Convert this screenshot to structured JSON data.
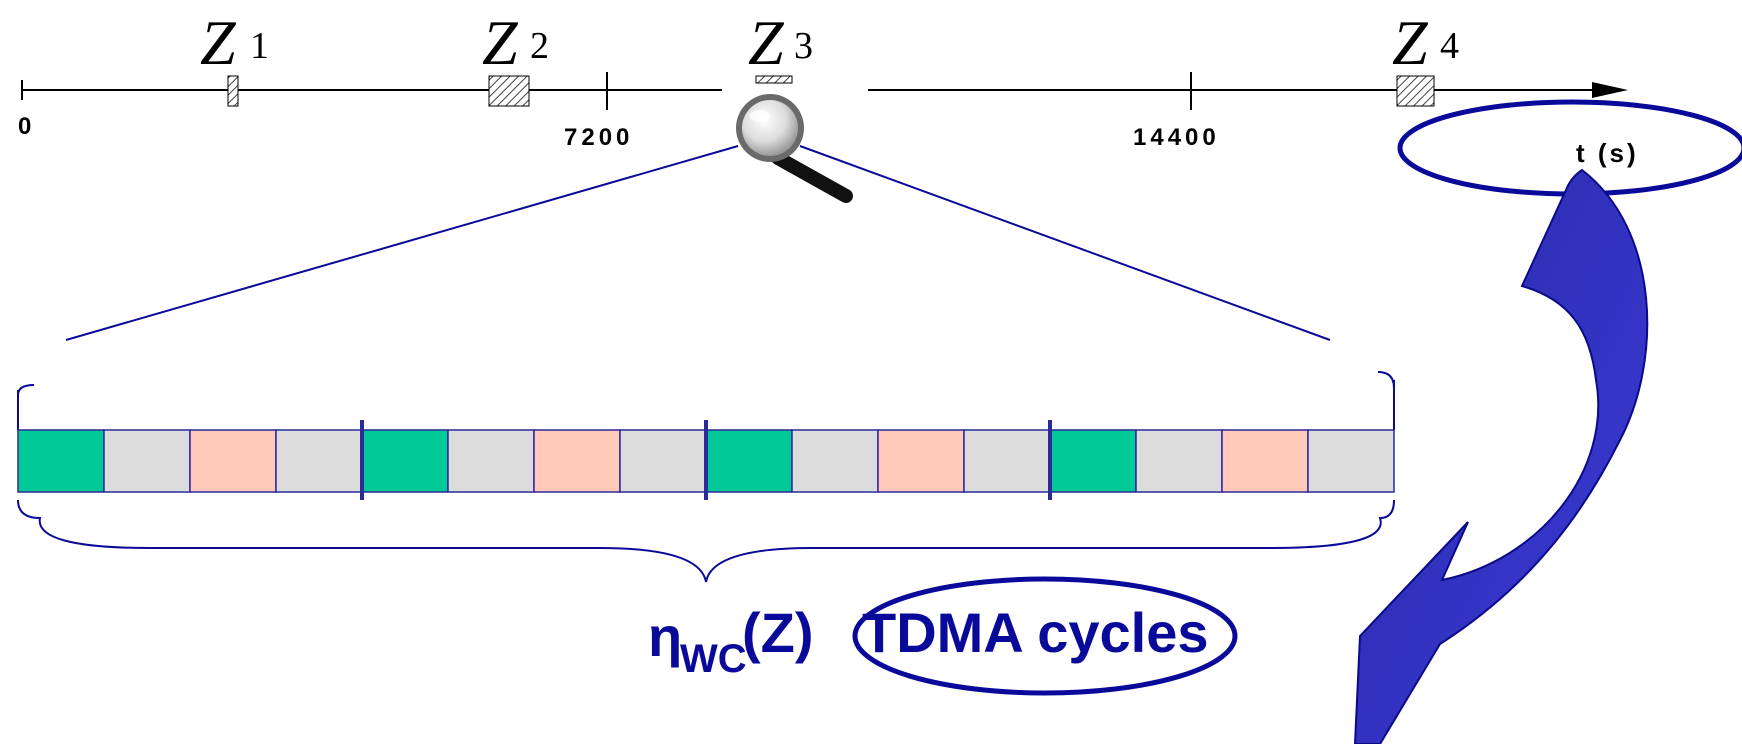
{
  "timeline": {
    "ticks": [
      {
        "label": "0",
        "value": 0
      },
      {
        "label": "7200",
        "value": 7200
      },
      {
        "label": "14400",
        "value": 14400
      }
    ],
    "axis_unit": "t (s)",
    "zones": [
      {
        "symbol": "Z",
        "index": "1"
      },
      {
        "symbol": "Z",
        "index": "2"
      },
      {
        "symbol": "Z",
        "index": "3"
      },
      {
        "symbol": "Z",
        "index": "4"
      }
    ]
  },
  "tdma": {
    "cycles": 4,
    "slot_colors": [
      "#00c896",
      "#dcdcdc",
      "#ffc8b8",
      "#dcdcdc"
    ],
    "border_color": "#2a2a9a"
  },
  "caption": {
    "eta": "η",
    "subscript": "WC",
    "argument": "(Z)",
    "text": "TDMA cycles"
  },
  "colors": {
    "accent": "#0a0a9a",
    "arrow_fill": "#3333cc"
  }
}
